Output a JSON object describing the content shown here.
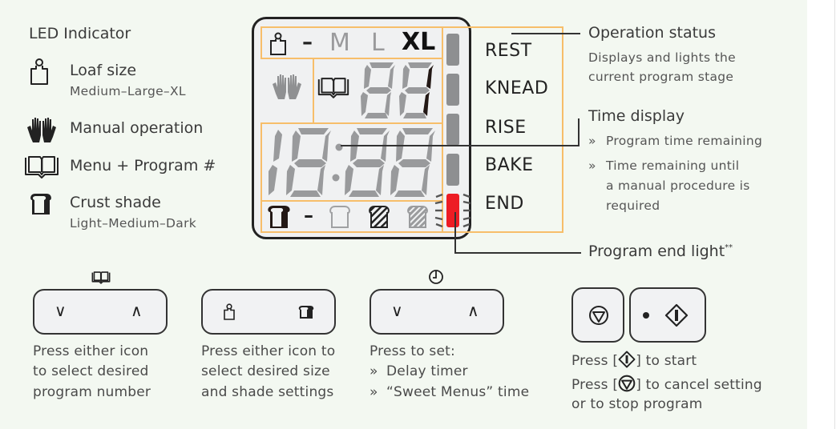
{
  "legend": {
    "title": "LED Indicator",
    "items": [
      {
        "icon": "loaf-size-icon",
        "label": "Loaf size",
        "sub": "Medium–Large–XL"
      },
      {
        "icon": "manual-hands-icon",
        "label": "Manual operation",
        "sub": ""
      },
      {
        "icon": "menu-book-icon",
        "label": "Menu + Program #",
        "sub": ""
      },
      {
        "icon": "crust-bread-icon",
        "label": "Crust shade",
        "sub": "Light–Medium–Dark"
      }
    ]
  },
  "lcd": {
    "size_dash": "–",
    "size_options": [
      "M",
      "L",
      "XL"
    ],
    "size_selected": "XL",
    "program_digits": "88",
    "time_digits": "18:88",
    "crust_dash": "–",
    "status_stages": [
      "REST",
      "KNEAD",
      "RISE",
      "BAKE",
      "END"
    ],
    "status_active": "END",
    "colors": {
      "outline": "#f7be6a",
      "segment_off": "#999a9c",
      "segment_on": "#231815",
      "end_led": "#ed1c24"
    }
  },
  "callouts": {
    "operation_status": {
      "title": "Operation status",
      "lines": [
        "Displays and lights the",
        "current program stage"
      ]
    },
    "time_display": {
      "title": "Time display",
      "bullets": [
        {
          "marker": "»",
          "lines": [
            "Program time remaining"
          ]
        },
        {
          "marker": "»",
          "lines": [
            "Time remaining until",
            "a manual procedure is",
            "required"
          ]
        }
      ]
    },
    "program_end_light": {
      "title": "Program end light",
      "footnote": "**"
    }
  },
  "controls": {
    "program_buttons": {
      "top_icon": "menu-book-icon",
      "down": "∨",
      "up": "∧",
      "caption": [
        "Press either icon",
        "to select desired",
        "program number"
      ]
    },
    "size_shade_buttons": {
      "left_icon": "loaf-size-icon",
      "right_icon": "crust-bread-icon",
      "caption": [
        "Press either icon to",
        "select desired size",
        "and shade settings"
      ]
    },
    "timer_buttons": {
      "top_icon": "clock-icon",
      "down": "∨",
      "up": "∧",
      "caption_title": "Press to set:",
      "caption_bullets": [
        {
          "marker": "»",
          "text": "Delay timer"
        },
        {
          "marker": "»",
          "text": "“Sweet Menus” time"
        }
      ]
    },
    "start_stop": {
      "stop_icon": "stop-icon",
      "start_icon": "start-icon",
      "caption_start_pre": "Press [",
      "caption_start_post": "] to start",
      "caption_stop_pre": "Press [",
      "caption_stop_post": "] to cancel setting",
      "caption_stop_line2": "or to stop program"
    }
  }
}
